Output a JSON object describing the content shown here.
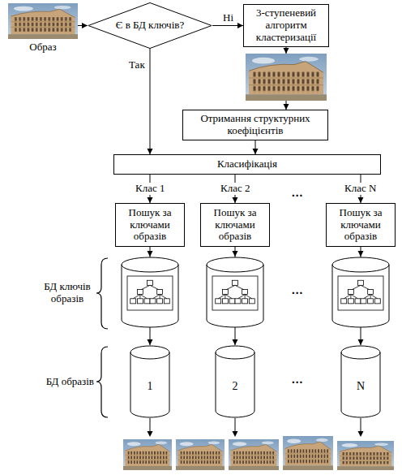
{
  "diagram": {
    "nodes": [
      {
        "text": [
          "Образ"
        ]
      },
      {
        "text": [
          "Є в БД ключів?"
        ]
      },
      {
        "text": [
          "3-ступеневий алгоритм кластеризації"
        ]
      },
      {
        "text": [
          "Отримання структурних коефіцієнтів"
        ]
      },
      {
        "text": [
          "Класифікація"
        ]
      },
      {
        "text": [
          "Пошук за ключами образів"
        ]
      },
      {
        "text": [
          "Пошук за ключами образів"
        ]
      },
      {
        "text": [
          "Пошук за ключами образів"
        ]
      },
      {
        "text": [
          "1"
        ]
      },
      {
        "text": [
          "2"
        ]
      },
      {
        "text": [
          "N"
        ]
      }
    ],
    "edges": [
      {
        "from": 0,
        "to": 1,
        "arrow": "to"
      },
      {
        "from": 1,
        "to": 2,
        "label": "Ні",
        "arrow": "to"
      },
      {
        "from": 2,
        "to": 3,
        "arrow": "to"
      },
      {
        "from": 1,
        "to": 4,
        "label": "Так",
        "arrow": "to"
      },
      {
        "from": 3,
        "to": 4,
        "arrow": "to"
      },
      {
        "from": 4,
        "to": 5,
        "label": "Клас 1",
        "arrow": "to"
      },
      {
        "from": 4,
        "to": 6,
        "label": "Клас 2",
        "arrow": "to"
      },
      {
        "from": 4,
        "to": 7,
        "label": "Клас N",
        "arrow": "to"
      },
      {
        "from": 5,
        "to": 8,
        "arrow": "to"
      },
      {
        "from": 6,
        "to": 9,
        "arrow": "to"
      },
      {
        "from": 7,
        "to": 10,
        "arrow": "to"
      }
    ],
    "labels": [
      "...",
      "...",
      "...",
      "БД ключів образів",
      "БД образів"
    ]
  }
}
